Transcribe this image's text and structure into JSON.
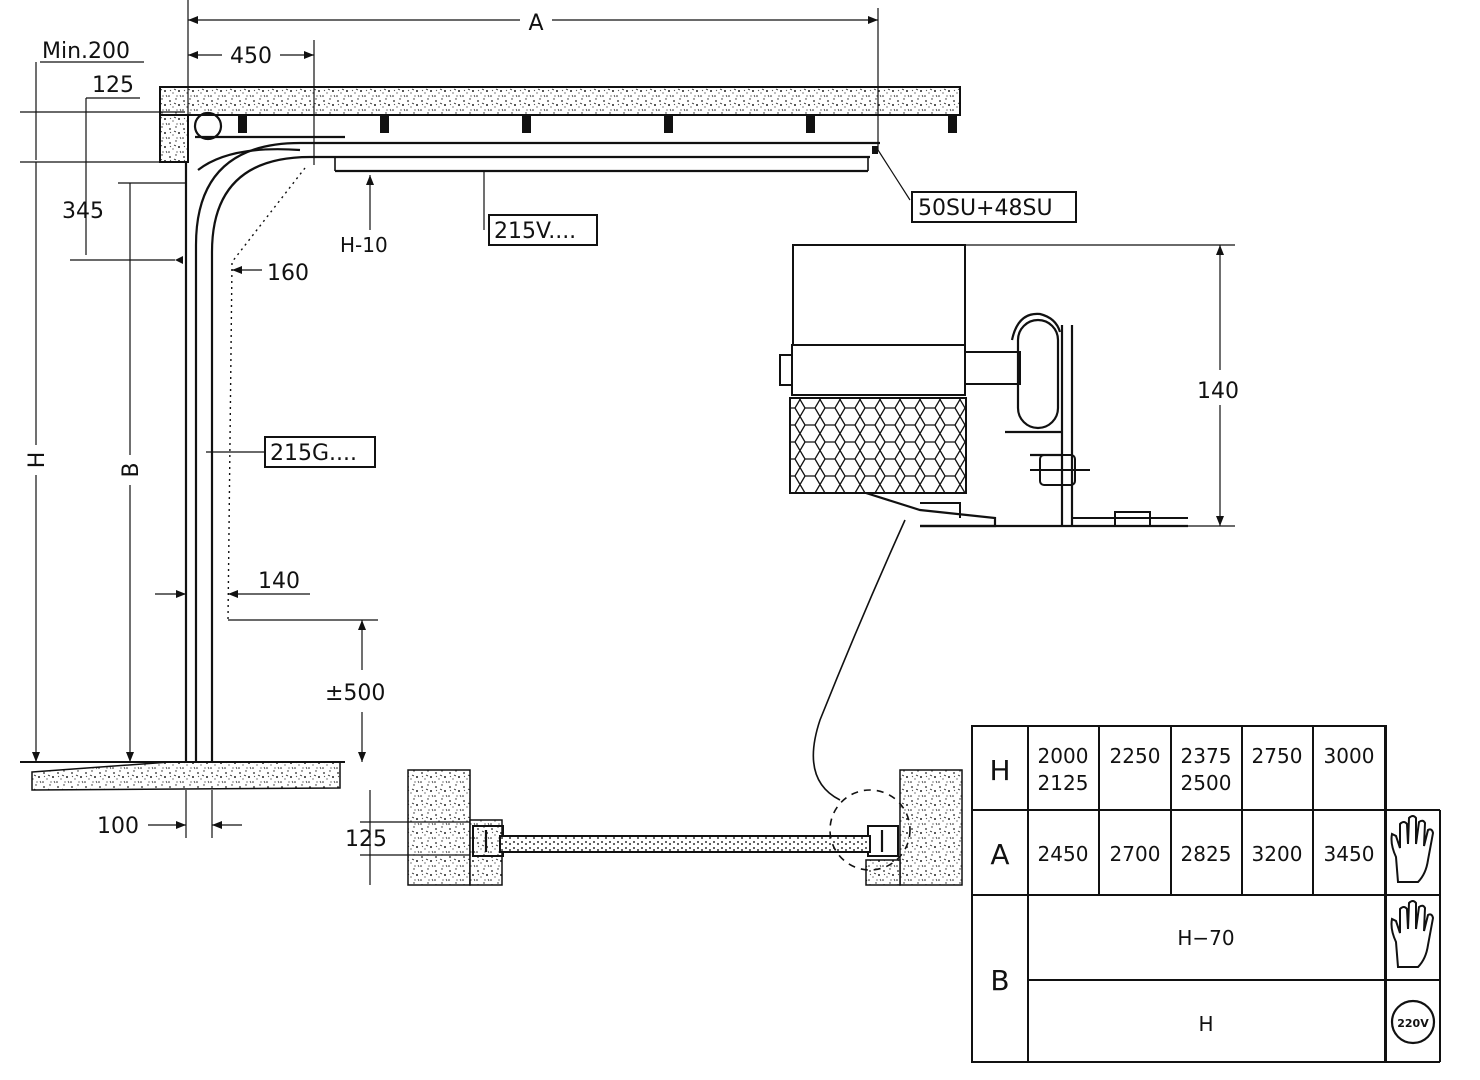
{
  "dimensions": {
    "A": "A",
    "min200": "Min.200",
    "d450": "450",
    "d125": "125",
    "d345": "345",
    "h_minus_10": "H-10",
    "d160": "160",
    "H": "H",
    "B": "B",
    "d140": "140",
    "pm500": "±500",
    "d100": "100",
    "d125b": "125",
    "d140b": "140"
  },
  "parts": {
    "spring": "50SU+48SU",
    "horizontal_track": "215V....",
    "vertical_track": "215G...."
  },
  "table": {
    "row_labels": {
      "H": "H",
      "A": "A",
      "B": "B"
    },
    "H_values": [
      "2000\n2125",
      "2250",
      "2375\n2500",
      "2750",
      "3000"
    ],
    "A_values": [
      "2450",
      "2700",
      "2825",
      "3200",
      "3450"
    ],
    "B_manual": "H−70",
    "B_motor": "H",
    "voltage_badge": "220V",
    "icons": [
      "hand-icon",
      "hand-icon",
      "voltage-220v-icon"
    ]
  }
}
